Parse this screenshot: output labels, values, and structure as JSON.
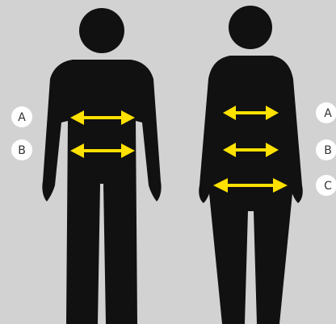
{
  "colors": {
    "background": "#d2d2d2",
    "silhouette": "#111111",
    "arrow": "#ffe100",
    "marker_fill": "#ffffff",
    "marker_text": "#333333"
  },
  "markers": {
    "male": [
      "A",
      "B"
    ],
    "female": [
      "A",
      "B",
      "C"
    ]
  },
  "figures": {
    "male": {
      "arrow_labels": [
        "A",
        "B"
      ]
    },
    "female": {
      "arrow_labels": [
        "A",
        "B",
        "C"
      ]
    }
  }
}
